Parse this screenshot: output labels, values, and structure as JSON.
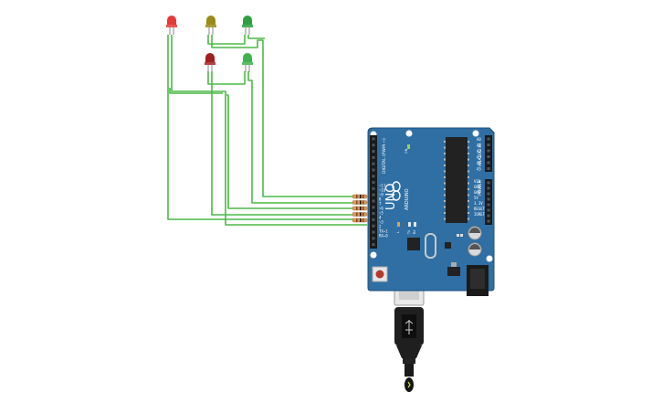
{
  "board": {
    "model": "UNO",
    "brand": "ARDUINO",
    "colors": {
      "pcb": "#2f6fa3",
      "pcb_edge": "#1d4f7c",
      "header": "#1a1a1a",
      "chip": "#222222"
    },
    "labels": {
      "digital": "DIGITAL (PWM ~)",
      "analog": "ANALOG IN",
      "power": "POWER",
      "on": "ON",
      "tx": "TX",
      "rx": "RX",
      "l": "L",
      "ioref": "IOREF",
      "reset": "RESET",
      "aref": "AREF",
      "gnd": "GND",
      "v33": "3.3V",
      "v5": "5V",
      "vin": "VIN"
    },
    "digital_pins": [
      "~11",
      "~10",
      "~9",
      "8",
      "7",
      "~6",
      "~5",
      "4",
      "~3",
      "2",
      "TX→1",
      "RX←0"
    ],
    "analog_pins": [
      "A0",
      "A1",
      "A2",
      "A3",
      "A4",
      "A5"
    ]
  },
  "leds": [
    {
      "name": "led-red-top",
      "color": "#e53935"
    },
    {
      "name": "led-yellow-top",
      "color": "#9a8a1a"
    },
    {
      "name": "led-green-top",
      "color": "#2e9e3e"
    },
    {
      "name": "led-red-bottom",
      "color": "#a11e1e"
    },
    {
      "name": "led-green-bottom",
      "color": "#3fb24d"
    }
  ],
  "wire_color": "#4db848",
  "resistor_count": 5
}
